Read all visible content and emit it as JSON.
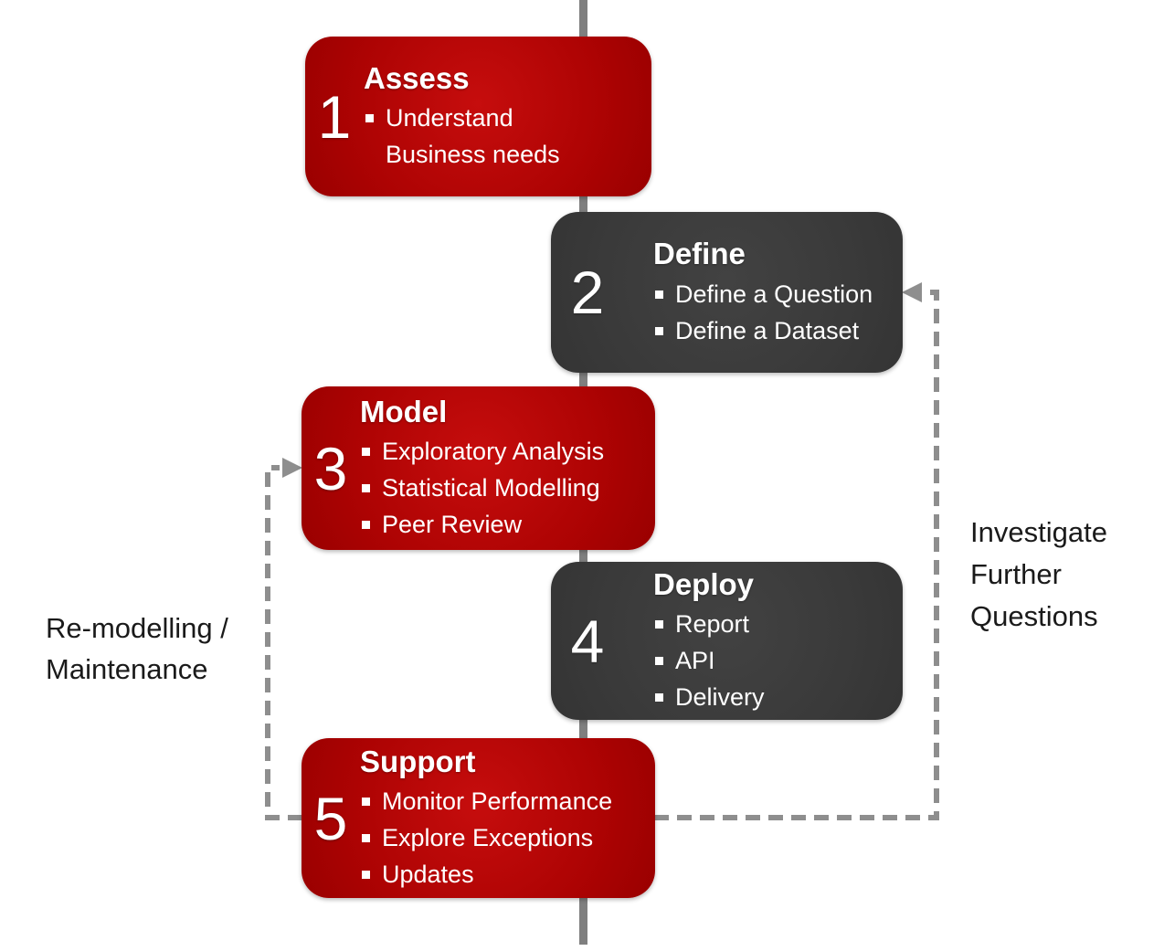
{
  "steps": [
    {
      "number": "1",
      "title": "Assess",
      "bullets": [
        "Understand Business needs"
      ]
    },
    {
      "number": "2",
      "title": "Define",
      "bullets": [
        "Define a Question",
        "Define a Dataset"
      ]
    },
    {
      "number": "3",
      "title": "Model",
      "bullets": [
        "Exploratory Analysis",
        "Statistical Modelling",
        "Peer Review"
      ]
    },
    {
      "number": "4",
      "title": "Deploy",
      "bullets": [
        "Report",
        "API",
        "Delivery"
      ]
    },
    {
      "number": "5",
      "title": "Support",
      "bullets": [
        "Monitor Performance",
        "Explore Exceptions",
        "Updates"
      ]
    }
  ],
  "labels": {
    "remodel": {
      "lines": [
        "Re-modelling /",
        "Maintenance"
      ]
    },
    "investigate": {
      "lines": [
        "Investigate",
        "Further",
        "Questions"
      ]
    }
  },
  "colors": {
    "red_box": "#b30505",
    "dark_box": "#3b3b3b",
    "flow_line": "#7f7f7f",
    "dashed_arrow": "#8e8e8e",
    "box_text": "#ffffff",
    "label_text": "#1a1a1a"
  }
}
